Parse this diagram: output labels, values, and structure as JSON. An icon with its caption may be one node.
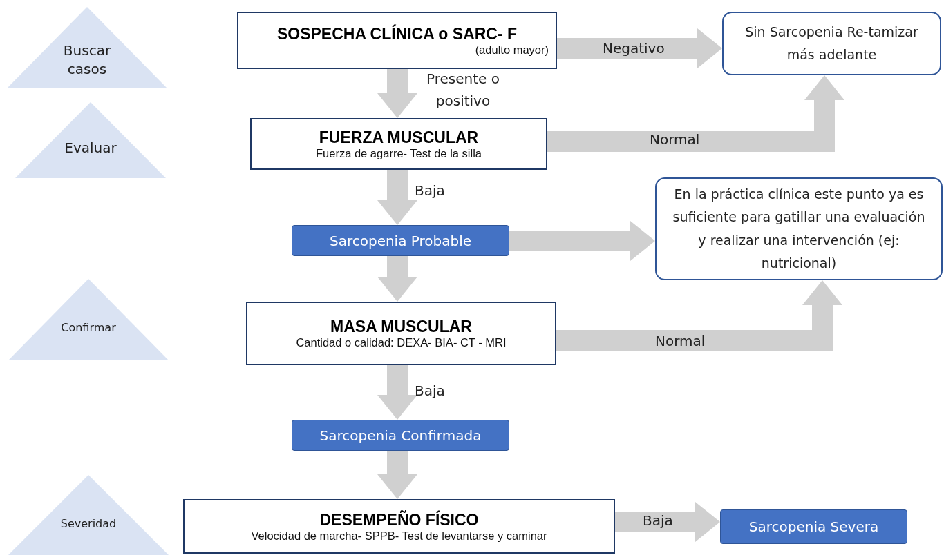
{
  "diagram": {
    "nodes": [
      {
        "text": [
          "Buscar casos"
        ]
      },
      {
        "text": [
          "Evaluar"
        ]
      },
      {
        "text": [
          "Confirmar"
        ]
      },
      {
        "text": [
          "Severidad"
        ]
      },
      {
        "text": [
          "SOSPECHA CLÍNICA o SARC- F",
          "(adulto mayor)"
        ]
      },
      {
        "text": [
          "Sin Sarcopenia Re-tamizar más adelante"
        ]
      },
      {
        "text": [
          "FUERZA MUSCULAR",
          "Fuerza de agarre- Test de la silla"
        ]
      },
      {
        "text": [
          "Sarcopenia Probable"
        ]
      },
      {
        "text": [
          "En la práctica clínica este punto ya es suficiente para gatillar una evaluación y realizar una intervención (ej: nutricional)"
        ]
      },
      {
        "text": [
          "MASA MUSCULAR",
          "Cantidad o calidad: DEXA- BIA- CT - MRI"
        ]
      },
      {
        "text": [
          "Sarcopenia Confirmada"
        ]
      },
      {
        "text": [
          "DESEMPEÑO FÍSICO",
          "Velocidad de marcha- SPPB- Test de levantarse y caminar"
        ]
      },
      {
        "text": [
          "Sarcopenia Severa"
        ]
      }
    ],
    "edges": [
      {
        "from": 4,
        "to": 5,
        "arrow": "to",
        "label": "Negativo"
      },
      {
        "from": 4,
        "to": 6,
        "arrow": "to",
        "label": "Presente o positivo"
      },
      {
        "from": 6,
        "to": 5,
        "arrow": "to",
        "label": "Normal"
      },
      {
        "from": 6,
        "to": 7,
        "arrow": "to",
        "label": "Baja"
      },
      {
        "from": 7,
        "to": 8,
        "arrow": "to"
      },
      {
        "from": 7,
        "to": 9,
        "arrow": "to"
      },
      {
        "from": 9,
        "to": 8,
        "arrow": "to",
        "label": "Normal"
      },
      {
        "from": 9,
        "to": 10,
        "arrow": "to",
        "label": "Baja"
      },
      {
        "from": 10,
        "to": 11,
        "arrow": "to"
      },
      {
        "from": 11,
        "to": 12,
        "arrow": "to",
        "label": "Baja"
      }
    ]
  }
}
